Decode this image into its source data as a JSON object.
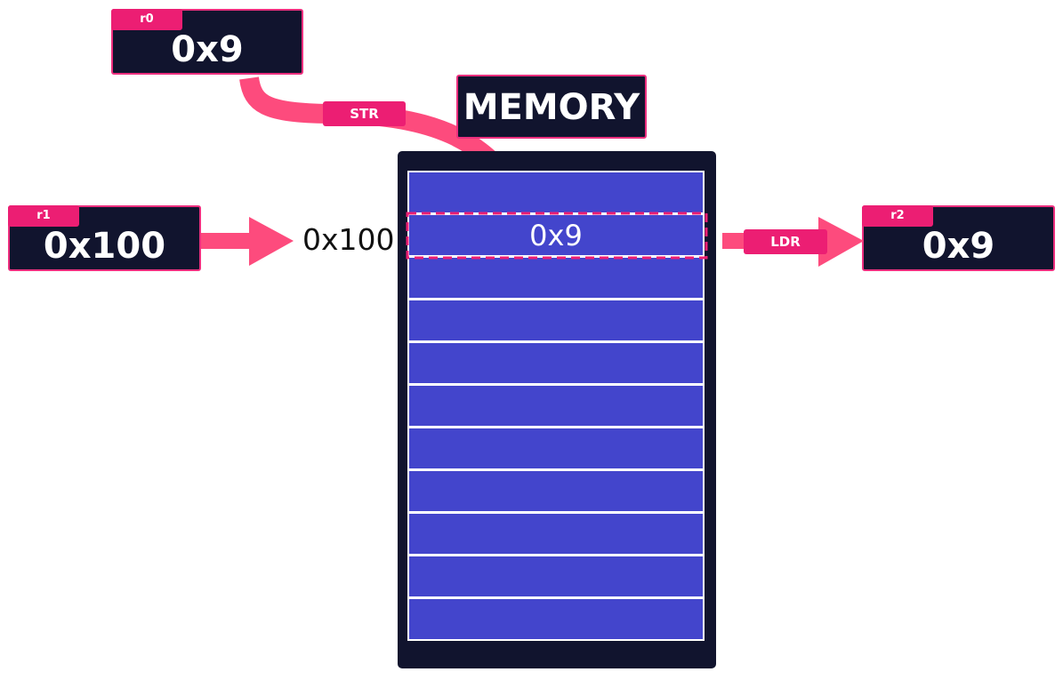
{
  "registers": {
    "r0": {
      "name": "r0",
      "value": "0x9"
    },
    "r1": {
      "name": "r1",
      "value": "0x100"
    },
    "r2": {
      "name": "r2",
      "value": "0x9"
    }
  },
  "memory": {
    "title": "MEMORY",
    "address_label": "0x100",
    "cells": [
      "",
      "0x9",
      "",
      "",
      "",
      "",
      "",
      "",
      "",
      "",
      ""
    ]
  },
  "operations": {
    "store": "STR",
    "load": "LDR"
  },
  "colors": {
    "dark": "#11142e",
    "pink": "#ec1e73",
    "arrow": "#fd4b7d",
    "cell": "#4345cc"
  }
}
